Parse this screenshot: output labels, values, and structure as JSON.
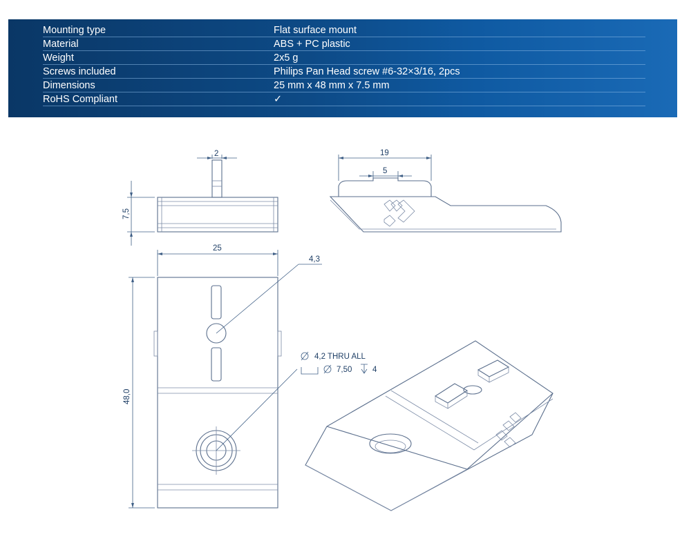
{
  "specs": [
    {
      "label": "Mounting type",
      "value": "Flat surface mount"
    },
    {
      "label": "Material",
      "value": "ABS + PC plastic"
    },
    {
      "label": "Weight",
      "value": "2x5 g"
    },
    {
      "label": "Screws included",
      "value": "Philips Pan Head screw #6-32×3/16, 2pcs"
    },
    {
      "label": "Dimensions",
      "value": "25 mm x 48 mm x 7.5 mm"
    },
    {
      "label": "RoHS Compliant",
      "value": "✓"
    }
  ],
  "dimensions": {
    "slot_width": "2",
    "height": "7,5",
    "side_length": "19",
    "side_slot": "5",
    "width": "25",
    "length": "48,0",
    "hole_diameter": "4,3",
    "thru_label": "4,2 THRU ALL",
    "counterbore_diameter": "7,50",
    "counterbore_depth": "4"
  },
  "colors": {
    "panel": "#0d4a86",
    "line": "#5a6e8c",
    "dimension": "#1f3f66"
  }
}
